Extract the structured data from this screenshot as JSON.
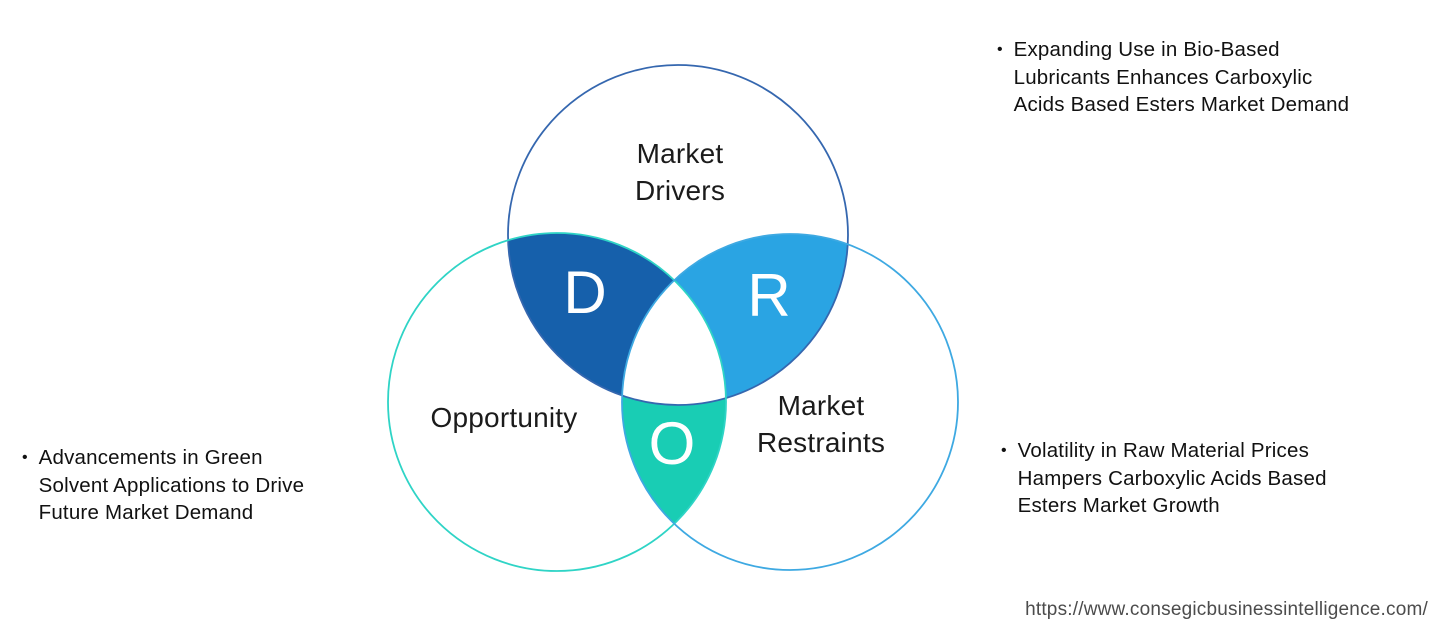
{
  "page": {
    "background": "#ffffff"
  },
  "venn": {
    "circles": [
      {
        "name": "market-drivers",
        "label": "Market\nDrivers",
        "stroke": "#3567af"
      },
      {
        "name": "opportunity",
        "label": "Opportunity",
        "stroke": "#2fd4c6"
      },
      {
        "name": "market-restraints",
        "label": "Market\nRestraints",
        "stroke": "#3ea9e2"
      }
    ],
    "intersections": [
      {
        "name": "drivers-opportunity",
        "letter": "D",
        "fill": "#1660ab"
      },
      {
        "name": "drivers-restraints",
        "letter": "R",
        "fill": "#2aa4e3"
      },
      {
        "name": "opportunity-restraints",
        "letter": "O",
        "fill": "#19cdb4"
      }
    ],
    "center_fill": "#ffffff"
  },
  "annotations": {
    "top_right": {
      "bullet": "•",
      "text": "Expanding Use in Bio-Based\nLubricants Enhances Carboxylic\nAcids Based Esters Market Demand"
    },
    "left": {
      "bullet": "•",
      "text": "Advancements in Green\nSolvent Applications to Drive\nFuture Market Demand"
    },
    "bottom_right": {
      "bullet": "•",
      "text": "Volatility in Raw Material Prices\nHampers Carboxylic Acids Based\nEsters Market Growth"
    }
  },
  "footer": {
    "url": "https://www.consegicbusinessintelligence.com/"
  }
}
